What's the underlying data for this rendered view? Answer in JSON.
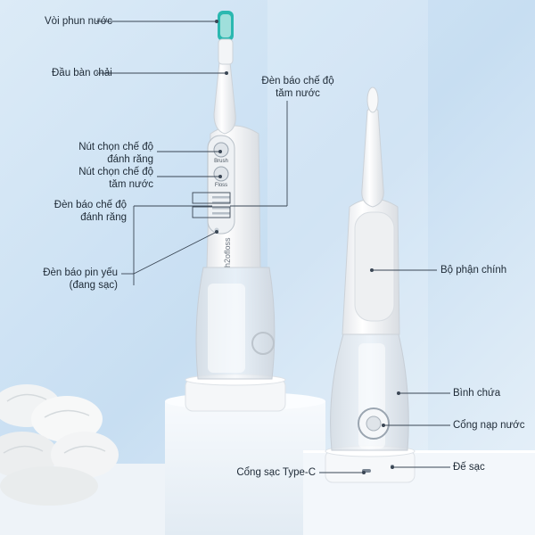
{
  "device_brand": "h2ofloss",
  "buttons": {
    "brush": "Brush",
    "floss": "Floss"
  },
  "labels": {
    "water_nozzle": "Vòi phun nước",
    "brush_head": "Đầu bàn chải",
    "floss_mode_light": [
      "Đèn báo chế độ",
      "tăm nước"
    ],
    "brush_mode_button": [
      "Nút chọn chế độ",
      "đánh răng"
    ],
    "floss_mode_button": [
      "Nút chọn chế độ",
      "tăm nước"
    ],
    "brush_mode_light": [
      "Đèn báo chế độ",
      "đánh răng"
    ],
    "low_battery_light": [
      "Đèn báo pin yếu",
      "(đang sạc)"
    ],
    "main_body": "Bộ phận chính",
    "water_tank": "Bình chứa",
    "water_inlet": "Cổng nạp nước",
    "type_c_port": "Cổng sạc Type-C",
    "charging_base": "Đế sạc"
  },
  "colors": {
    "background_top": "#cfe3f3",
    "background_bottom": "#e6f0f8",
    "pedestal": "#f2f6fa",
    "device_white": "#f7f8f9",
    "accent_teal": "#2bb8b0",
    "callout_line": "#3a4654"
  }
}
